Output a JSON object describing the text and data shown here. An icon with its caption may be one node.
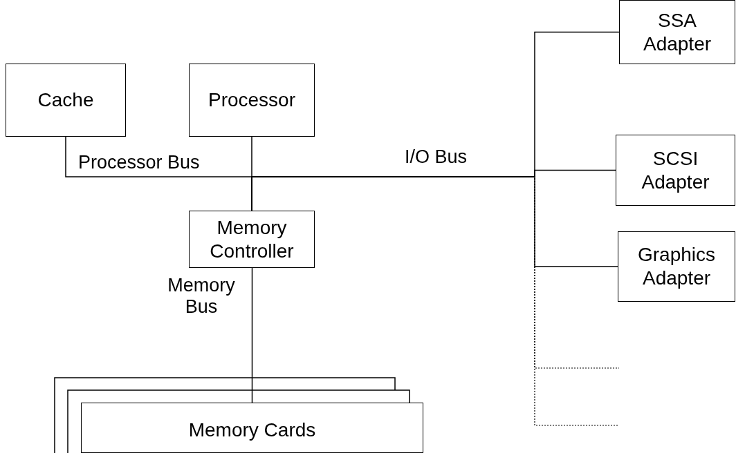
{
  "diagram": {
    "nodes": [
      {
        "text": [
          "Cache"
        ]
      },
      {
        "text": [
          "Processor"
        ]
      },
      {
        "text": [
          "Memory Controller"
        ]
      },
      {
        "text": [
          "Memory Cards"
        ]
      },
      {
        "text": [
          "SSA Adapter"
        ]
      },
      {
        "text": [
          "SCSI Adapter"
        ]
      },
      {
        "text": [
          "Graphics Adapter"
        ]
      }
    ],
    "edges": [
      {
        "from": 0,
        "to": 2,
        "arrow": "none"
      },
      {
        "from": 1,
        "to": 2,
        "arrow": "none"
      },
      {
        "from": 2,
        "to": 4,
        "arrow": "none"
      },
      {
        "from": 2,
        "to": 5,
        "arrow": "none"
      },
      {
        "from": 2,
        "to": 6,
        "arrow": "none"
      },
      {
        "from": 2,
        "to": 3,
        "label": "Memory Bus",
        "arrow": "none"
      },
      {
        "from": 2,
        "to": null,
        "arrow": "none",
        "style": "dashed"
      },
      {
        "from": 2,
        "to": null,
        "arrow": "none",
        "style": "dashed"
      }
    ],
    "labels": [
      "Processor Bus",
      "I/O Bus"
    ]
  }
}
